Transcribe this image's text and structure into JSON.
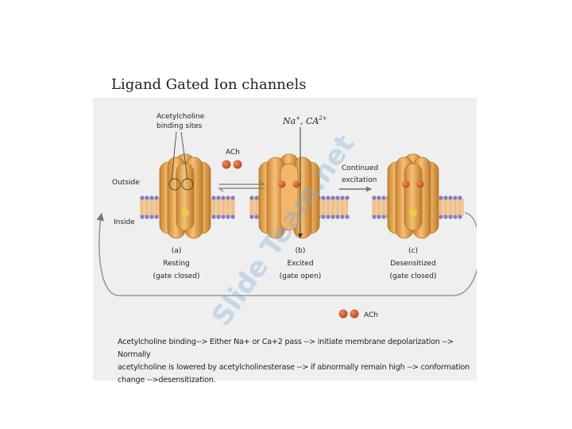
{
  "title": "Ligand Gated Ion channels",
  "labels": {
    "binding_sites_line1": "Acetylcholine",
    "binding_sites_line2": "binding sites",
    "ach_top": "ACh",
    "ions_prefix": "Na",
    "ions_sup1": "+",
    "ions_mid": ", CA",
    "ions_sup2": "2+",
    "continued_line1": "Continued",
    "continued_line2": "excitation",
    "outside": "Outside",
    "inside": "Inside",
    "ach_bottom": "ACh"
  },
  "states": [
    {
      "letter": "(a)",
      "name": "Resting",
      "gate": "(gate closed)"
    },
    {
      "letter": "(b)",
      "name": "Excited",
      "gate": "(gate open)"
    },
    {
      "letter": "(c)",
      "name": "Desensitized",
      "gate": "(gate closed)"
    }
  ],
  "caption": {
    "line1": "Acetylcholine  binding--> Either  Na+ or Ca+2 pass --> initiate  membrane depolarization  --> Normally",
    "line2": "acetylcholine  is lowered by acetylcholinesterase  --> if abnormally  remain high --> conformation",
    "line3": "change -->desensitization."
  },
  "watermark": "Slide Team.net",
  "colors": {
    "protein": "#e8a352",
    "protein_dark": "#b8721f",
    "ach_ball": "#cc5a2c",
    "lipid_head": "#7f7fc2",
    "lipid_tail": "#f1c99a",
    "gate": "#e6d23a"
  }
}
